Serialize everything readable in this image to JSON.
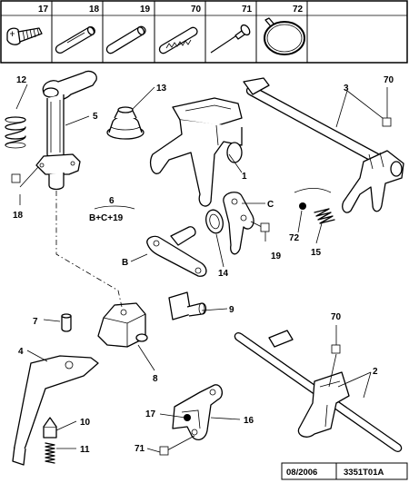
{
  "header_cells": [
    "17",
    "18",
    "19",
    "70",
    "71",
    "72"
  ],
  "callouts": {
    "c1": "1",
    "c2": "2",
    "c3": "3",
    "c4": "4",
    "c5": "5",
    "c6": "6",
    "c6sub": "B+C+19",
    "c7": "7",
    "c8": "8",
    "c9": "9",
    "c10": "10",
    "c11": "11",
    "c12": "12",
    "c13": "13",
    "c14": "14",
    "c15": "15",
    "c16": "16",
    "c17": "17",
    "c18": "18",
    "c19": "19",
    "c70a": "70",
    "c70b": "70",
    "c71": "71",
    "c72": "72",
    "cB": "B",
    "cC": "C"
  },
  "footer": {
    "date": "08/2006",
    "ref": "3351T01A"
  }
}
